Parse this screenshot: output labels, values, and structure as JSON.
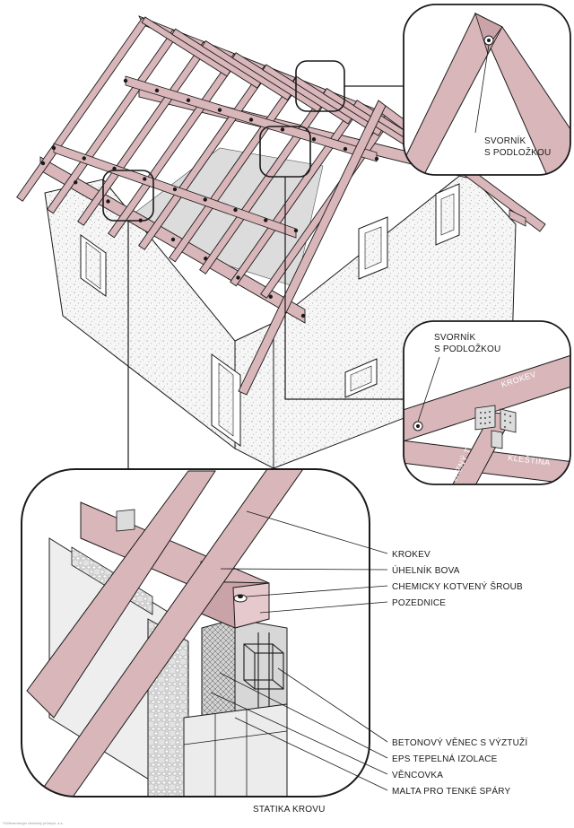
{
  "colors": {
    "timber": "#d9b6ba",
    "timber_dark": "#b98f94",
    "outline": "#1a1a1a",
    "masonry": "#ececec",
    "concrete": "#d7d7d7",
    "insulation": "#c9c9c9",
    "metal": "#dcdcdc"
  },
  "detail_top_right": {
    "bolt_label_line1": "SVORNÍK",
    "bolt_label_line2": "S PODLOŽKOU"
  },
  "detail_mid_right": {
    "bolt_label_line1": "SVORNÍK",
    "bolt_label_line2": "S PODLOŽKOU",
    "member_krokev": "KROKEV",
    "member_vazny_tram": "VAZNÝ TRÁM",
    "member_klestina": "KLEŠTINA"
  },
  "detail_bottom": {
    "labels": [
      "KROKEV",
      "ÚHELNÍK BOVA",
      "CHEMICKY KOTVENÝ ŠROUB",
      "POZEDNICE",
      "BETONOVÝ VĚNEC S VÝZTUŽÍ",
      "EPS TEPELNÁ IZOLACE",
      "VĚNCOVKA",
      "MALTA PRO TENKÉ SPÁRY"
    ]
  },
  "caption": "STATIKA KROVU",
  "footer_credit": "©Wienerberger cihlářský průmysl, a.s."
}
